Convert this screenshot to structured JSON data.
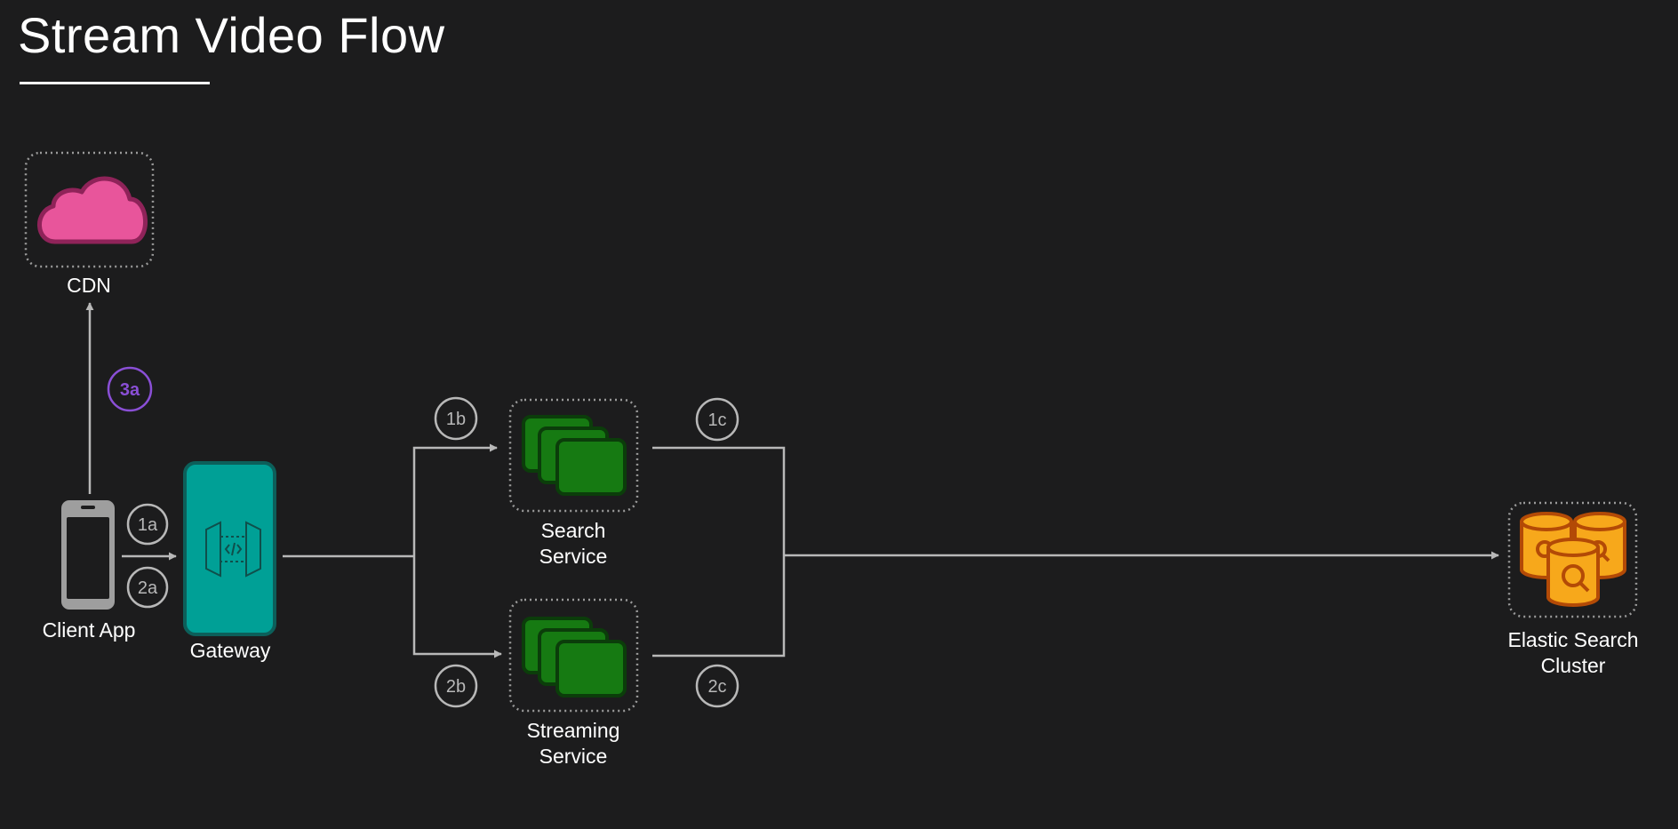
{
  "title": "Stream Video Flow",
  "colors": {
    "background": "#1c1c1d",
    "line": "#b8b8b8",
    "cdn": "#e8559b",
    "gateway": "#00a096",
    "service": "#167a12",
    "elastic": "#f7a81b",
    "step_badge": "#b8b8b8",
    "step_badge_highlight": "#8a4fd6"
  },
  "nodes": {
    "cdn": {
      "label": "CDN",
      "icon": "cloud-icon"
    },
    "client_app": {
      "label": "Client App",
      "icon": "mobile-phone-icon"
    },
    "gateway": {
      "label": "Gateway",
      "icon": "api-gateway-icon"
    },
    "search_service": {
      "label_line1": "Search",
      "label_line2": "Service",
      "icon": "service-stack-icon"
    },
    "streaming_service": {
      "label_line1": "Streaming",
      "label_line2": "Service",
      "icon": "service-stack-icon"
    },
    "elastic_search": {
      "label_line1": "Elastic Search",
      "label_line2": "Cluster",
      "icon": "database-cluster-icon"
    }
  },
  "steps": {
    "s1a": "1a",
    "s2a": "2a",
    "s3a": "3a",
    "s1b": "1b",
    "s2b": "2b",
    "s1c": "1c",
    "s2c": "2c"
  }
}
